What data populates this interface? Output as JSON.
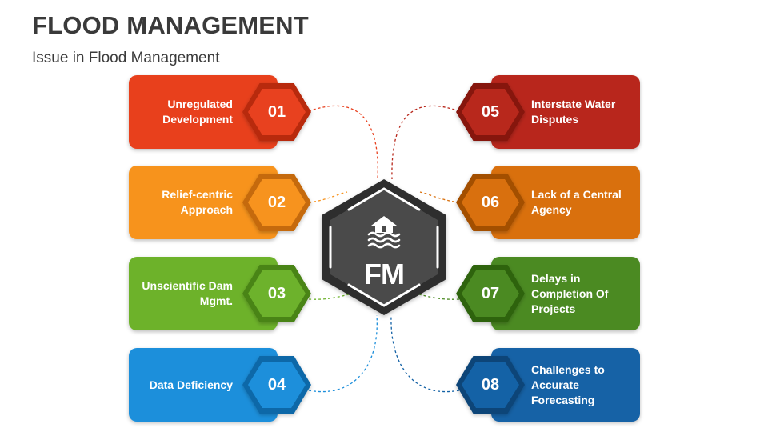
{
  "header": {
    "title": "FLOOD MANAGEMENT",
    "subtitle": "Issue in Flood Management"
  },
  "center": {
    "label": "FM",
    "icon": "flooded-house-icon",
    "color": "#4a4a4a"
  },
  "items": [
    {
      "number": "01",
      "text": "Unregulated Development",
      "side": "left",
      "color": "#e8411f",
      "dark": "#b82c10"
    },
    {
      "number": "02",
      "text": "Relief-centric Approach",
      "side": "left",
      "color": "#f7931e",
      "dark": "#c56a08"
    },
    {
      "number": "03",
      "text": "Unscientific Dam Mgmt.",
      "side": "left",
      "color": "#6db22c",
      "dark": "#4a8418"
    },
    {
      "number": "04",
      "text": "Data Deficiency",
      "side": "left",
      "color": "#1d8fdb",
      "dark": "#0f67a8"
    },
    {
      "number": "05",
      "text": "Interstate Water Disputes",
      "side": "right",
      "color": "#b8281c",
      "dark": "#86180f"
    },
    {
      "number": "06",
      "text": "Lack of a Central Agency",
      "side": "right",
      "color": "#d9700e",
      "dark": "#a34f05"
    },
    {
      "number": "07",
      "text": "Delays in Completion Of Projects",
      "side": "right",
      "color": "#4b8a22",
      "dark": "#2f6410"
    },
    {
      "number": "08",
      "text": "Challenges to Accurate Forecasting",
      "side": "right",
      "color": "#1462a6",
      "dark": "#0a4478"
    }
  ]
}
